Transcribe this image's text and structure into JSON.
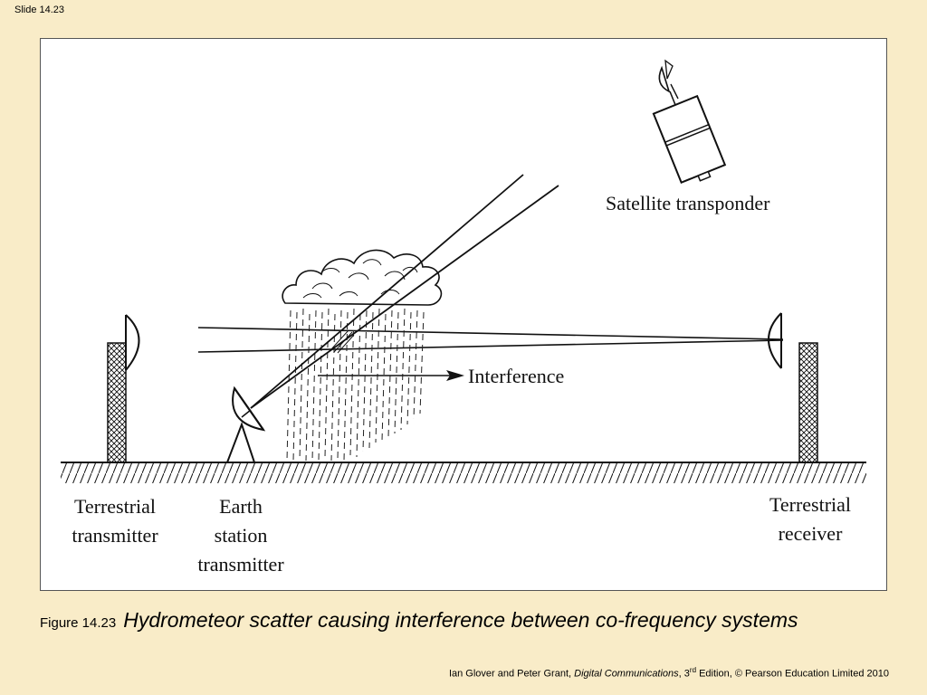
{
  "slide": {
    "number_label": "Slide 14.23"
  },
  "diagram": {
    "labels": {
      "satellite": "Satellite transponder",
      "interference": "Interference",
      "terrestrial_tx_line1": "Terrestrial",
      "terrestrial_tx_line2": "transmitter",
      "earth_station_line1": "Earth",
      "earth_station_line2": "station",
      "earth_station_line3": "transmitter",
      "terrestrial_rx_line1": "Terrestrial",
      "terrestrial_rx_line2": "receiver"
    }
  },
  "caption": {
    "figure_number": "Figure 14.23",
    "title": "Hydrometeor scatter causing interference between co-frequency systems"
  },
  "credit": {
    "authors": "Ian Glover and Peter Grant, ",
    "book": "Digital Communications",
    "edition_num": ", 3",
    "edition_sup": "rd",
    "rest": " Edition, © Pearson Education Limited 2010"
  },
  "colors": {
    "background": "#f9ecc8",
    "frame": "#ffffff",
    "ink": "#111111"
  }
}
